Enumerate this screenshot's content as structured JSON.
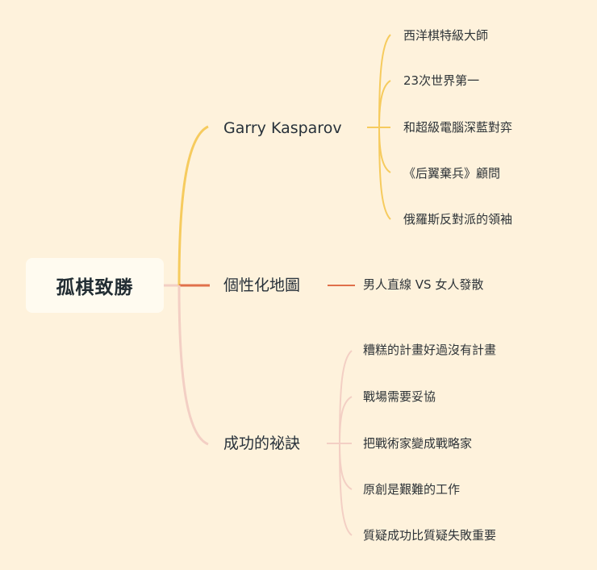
{
  "root": {
    "label": "孤棋致勝"
  },
  "branches": [
    {
      "label": "Garry Kasparov",
      "color": "#F6CB5E",
      "children": [
        {
          "label": "西洋棋特級大師"
        },
        {
          "label": "23次世界第一"
        },
        {
          "label": "和超級電腦深藍對弈"
        },
        {
          "label": "《后翼棄兵》顧問"
        },
        {
          "label": "俄羅斯反對派的領袖"
        }
      ]
    },
    {
      "label": "個性化地圖",
      "color": "#E0704A",
      "children": [
        {
          "label": "男人直線 VS 女人發散"
        }
      ]
    },
    {
      "label": "成功的祕訣",
      "color": "#F3CFC4",
      "children": [
        {
          "label": "糟糕的計畫好過沒有計畫"
        },
        {
          "label": "戰場需要妥協"
        },
        {
          "label": "把戰術家變成戰略家"
        },
        {
          "label": "原創是艱難的工作"
        },
        {
          "label": "質疑成功比質疑失敗重要"
        }
      ]
    }
  ],
  "colors": {
    "background": "#FEF2DC",
    "root_fill": "#FFFBF0",
    "root_stub": "#F3CFC4"
  }
}
